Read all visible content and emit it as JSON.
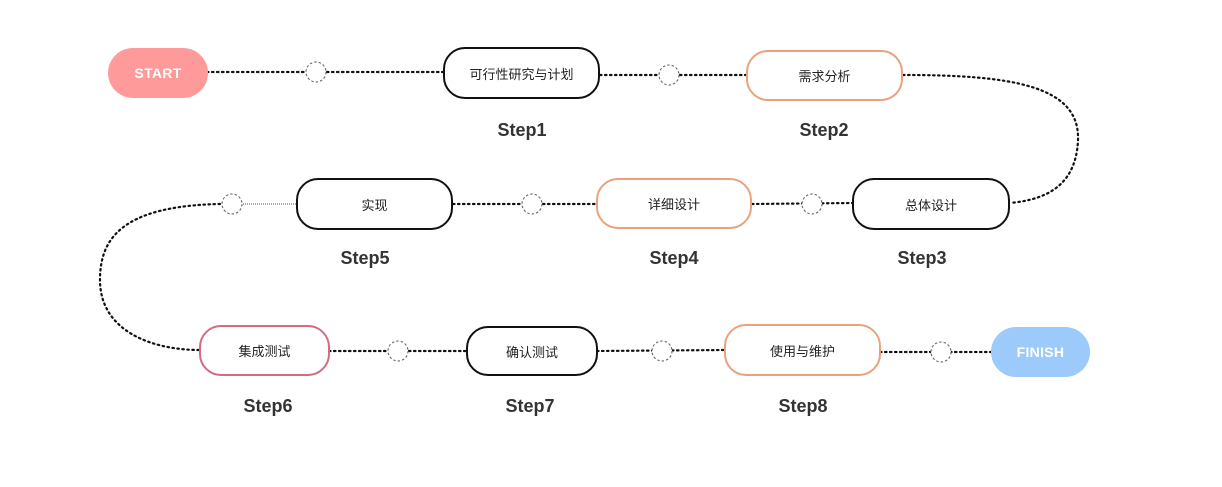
{
  "colors": {
    "start_fill": "#fe9a9a",
    "finish_fill": "#9ccbfb",
    "black_border": "#111111",
    "orange_border": "#e8a27d",
    "pink_border": "#d66a84"
  },
  "start_label": "START",
  "finish_label": "FINISH",
  "steps": [
    {
      "label": "可行性研究与计划",
      "step": "Step1"
    },
    {
      "label": "需求分析",
      "step": "Step2"
    },
    {
      "label": "总体设计",
      "step": "Step3"
    },
    {
      "label": "详细设计",
      "step": "Step4"
    },
    {
      "label": "实现",
      "step": "Step5"
    },
    {
      "label": "集成测试",
      "step": "Step6"
    },
    {
      "label": "确认测试",
      "step": "Step7"
    },
    {
      "label": "使用与维护",
      "step": "Step8"
    }
  ]
}
